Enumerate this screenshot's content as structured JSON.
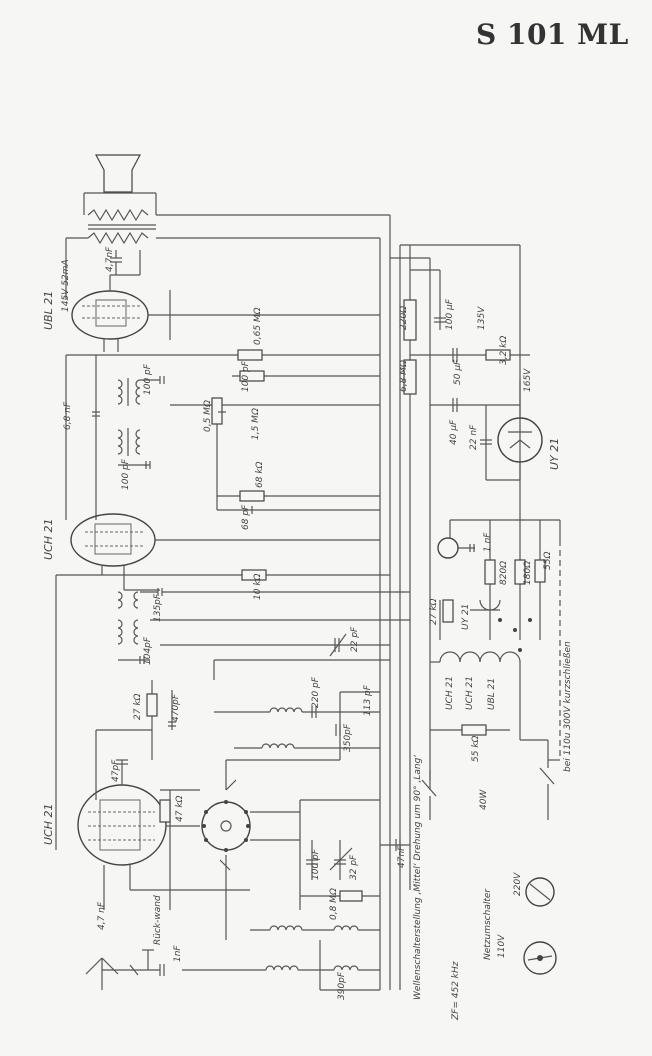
{
  "title": "S 101 ML",
  "tubes": {
    "ubl": "UBL 21",
    "uch_top": "UCH 21",
    "uch_bottom": "UCH 21",
    "uy": "UY 21"
  },
  "labels": {
    "ubl_rating": "145V 52mA",
    "c_4_7nf": "4,7nF",
    "r_065": "0,65 MΩ",
    "c_100pf": "100 pF",
    "r_05": "0,5 MΩ",
    "r_15": "1,5 MΩ",
    "c_68nf": "6,8 nF",
    "c_100pf_b": "100 pF",
    "r_68k": "68 kΩ",
    "c_68pf": "68 pF",
    "r_10k": "10 kΩ",
    "c_135pf": "135pF",
    "c_104pf": "104pF",
    "r_27k": "27 kΩ",
    "c_470pf": "470pF",
    "c_22pf": "22 pF",
    "c_220pf": "220 pF",
    "c_113pf": "113 pF",
    "c_350pf": "350pF",
    "c_47pf": "47pF",
    "r_47k": "47 kΩ",
    "c_47nf": "47nF",
    "c_100pf_c": "100 pF",
    "c_32pf": "32 pF",
    "r_08": "0,8 MΩ",
    "c_47nf_b": "4,7 nF",
    "ruckwand": "Rück-wand",
    "c_1nf": "1nF",
    "c_390pf": "390pF",
    "r_220": "220Ω",
    "c_100uf": "100 µF",
    "v_135": "135V",
    "r_68m": "6,8 MΩ",
    "c_50uf": "50 µF",
    "r_32k": "3,2 kΩ",
    "v_165": "165V",
    "c_40uf": "40 µF",
    "c_22nf": "22 nF",
    "c_1nf_b": "1 nF",
    "r_27k_b": "27 kΩ",
    "r_820": "820Ω",
    "r_180": "180Ω",
    "r_55": "55Ω",
    "fil_uy": "UY 21",
    "fil_uch1": "UCH 21",
    "fil_uch2": "UCH 21",
    "fil_ubl": "UBL 21",
    "r_55k": "55 kΩ",
    "w40": "40W",
    "kurzschl": "bei 110u 300V kurzschließen",
    "wellen_note": "Wellenschalterstellung ‚Mittel‘ Drehung um 90° ‚Lang‘",
    "zf": "ZF= 452 kHz",
    "netz_title": "Netzumschalter",
    "v_110": "110V",
    "v_220": "220V"
  },
  "colors": {
    "ink": "#444444",
    "paper": "#f6f6f4"
  }
}
